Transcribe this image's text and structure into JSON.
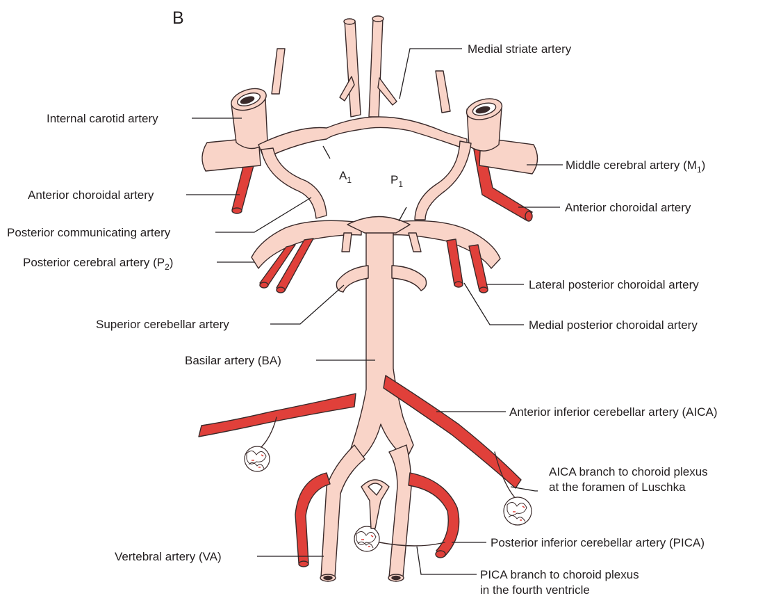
{
  "panel_letter": "B",
  "colors": {
    "artery_fill": "#f9d4c8",
    "branch_fill": "#e0403a",
    "outline": "#3a2a2a",
    "text": "#231f20"
  },
  "labels": {
    "medial_striate": "Medial striate artery",
    "internal_carotid": "Internal carotid artery",
    "middle_cerebral": {
      "main": "Middle cerebral artery (M",
      "sub": "1",
      "tail": ")"
    },
    "anterior_choroidal_left": "Anterior choroidal artery",
    "anterior_choroidal_right": "Anterior choroidal artery",
    "a1": {
      "main": "A",
      "sub": "1"
    },
    "p1": {
      "main": "P",
      "sub": "1"
    },
    "posterior_communicating": "Posterior communicating artery",
    "posterior_cerebral": {
      "main": "Posterior cerebral artery (P",
      "sub": "2",
      "tail": ")"
    },
    "lateral_posterior_choroidal": "Lateral posterior choroidal artery",
    "superior_cerebellar": "Superior cerebellar artery",
    "medial_posterior_choroidal": "Medial posterior choroidal artery",
    "basilar": "Basilar artery (BA)",
    "aica": "Anterior inferior cerebellar artery (AICA)",
    "aica_branch_line1": "AICA branch to choroid plexus",
    "aica_branch_line2": "at the foramen of Luschka",
    "vertebral": "Vertebral artery (VA)",
    "pica": "Posterior inferior cerebellar artery (PICA)",
    "pica_branch_line1": "PICA branch to choroid plexus",
    "pica_branch_line2": "in the fourth ventricle"
  }
}
